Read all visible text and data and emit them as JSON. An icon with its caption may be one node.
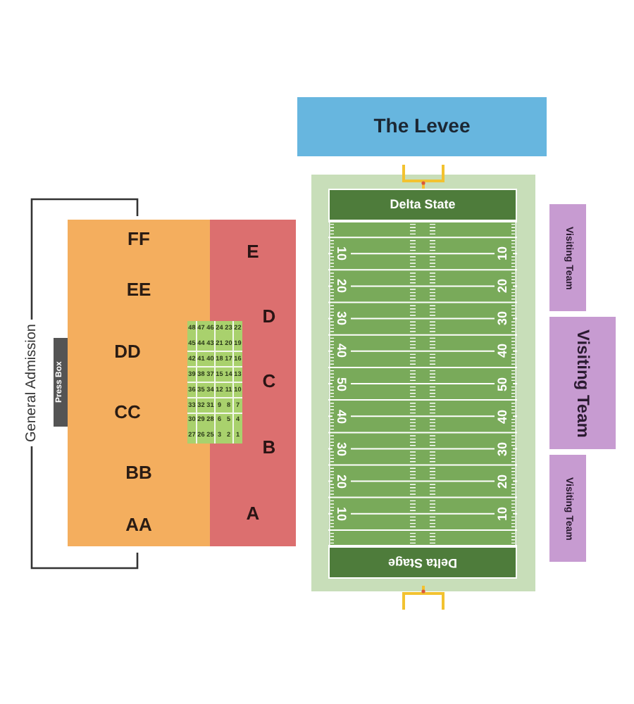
{
  "diagram": {
    "nodes": [
      {
        "text": [
          "The Levee"
        ]
      },
      {
        "text": [
          "Press Box"
        ]
      },
      {
        "text": [
          "FF"
        ]
      },
      {
        "text": [
          "EE"
        ]
      },
      {
        "text": [
          "DD"
        ]
      },
      {
        "text": [
          "CC"
        ]
      },
      {
        "text": [
          "BB"
        ]
      },
      {
        "text": [
          "AA"
        ]
      },
      {
        "text": [
          "E"
        ]
      },
      {
        "text": [
          "D"
        ]
      },
      {
        "text": [
          "C"
        ]
      },
      {
        "text": [
          "B"
        ]
      },
      {
        "text": [
          "A"
        ]
      },
      {
        "text": [],
        "shape": "box"
      },
      {
        "text": [
          "Delta State"
        ],
        "in": 13
      },
      {
        "text": [
          "Delta Stage"
        ],
        "in": 13
      },
      {
        "text": [
          "Visiting Team"
        ]
      },
      {
        "text": [
          "Visiting Team"
        ]
      },
      {
        "text": [
          "Visiting Team"
        ]
      }
    ],
    "labels": [
      "General Admission",
      "48",
      "47",
      "46",
      "24",
      "23",
      "22",
      "45",
      "44",
      "43",
      "21",
      "20",
      "19",
      "42",
      "41",
      "40",
      "18",
      "17",
      "16",
      "39",
      "38",
      "37",
      "15",
      "14",
      "13",
      "36",
      "35",
      "34",
      "12",
      "11",
      "10",
      "33",
      "32",
      "31",
      "9",
      "8",
      "7",
      "30",
      "29",
      "28",
      "6",
      "5",
      "4",
      "27",
      "26",
      "25",
      "3",
      "2",
      "1",
      "10",
      "10",
      "20",
      "20",
      "30",
      "30",
      "40",
      "40",
      "50",
      "50",
      "40",
      "40",
      "30",
      "30",
      "20",
      "20",
      "10",
      "10"
    ]
  }
}
